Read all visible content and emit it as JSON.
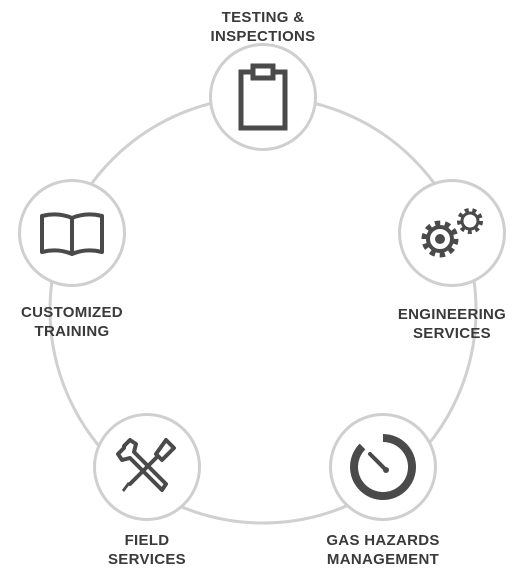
{
  "diagram": {
    "services": [
      {
        "id": "testing",
        "lines": [
          "TESTING &",
          "INSPECTIONS"
        ],
        "icon": "clipboard-icon"
      },
      {
        "id": "engineering",
        "lines": [
          "ENGINEERING",
          "SERVICES"
        ],
        "icon": "gears-icon"
      },
      {
        "id": "gas",
        "lines": [
          "GAS HAZARDS",
          "MANAGEMENT"
        ],
        "icon": "gauge-icon"
      },
      {
        "id": "field",
        "lines": [
          "FIELD",
          "SERVICES"
        ],
        "icon": "tools-icon"
      },
      {
        "id": "training",
        "lines": [
          "CUSTOMIZED",
          "TRAINING"
        ],
        "icon": "book-icon"
      }
    ],
    "colors": {
      "ring": "#cfcfcf",
      "icon": "#4a4a4a",
      "text": "#3a3a3a"
    }
  }
}
